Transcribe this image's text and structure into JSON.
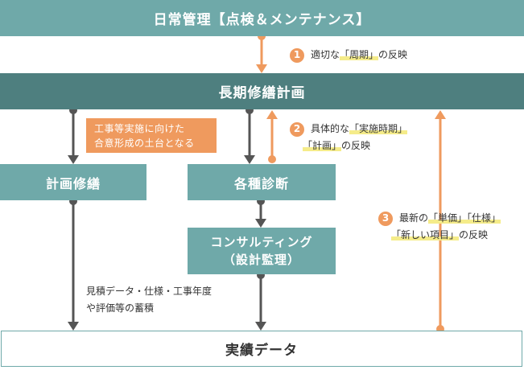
{
  "top_band": "日常管理【点検＆メンテナンス】",
  "mid_band": "長期修繕計画",
  "bottom_band": "実績データ",
  "boxes": {
    "keikaku": "計画修繕",
    "kakushu": "各種診断",
    "consult_line1": "コンサルティング",
    "consult_line2": "（設計監理）"
  },
  "orange_note": {
    "line1": "工事等実施に向けた",
    "line2": "合意形成の土台となる"
  },
  "estimate_note": {
    "line1": "見積データ・仕様・工事年度",
    "line2": "や評価等の蓄積"
  },
  "reflect1": {
    "number": "1",
    "pre": "適切な",
    "highlight": "「周期」",
    "post": "の反映"
  },
  "reflect2": {
    "number": "2",
    "line1_pre": "具体的な",
    "line1_highlight": "「実施時期」",
    "line2_highlight": "「計画」",
    "line2_post": "の反映"
  },
  "reflect3": {
    "number": "3",
    "line1_pre": "最新の",
    "line1_highlight": "「単価」「仕様」",
    "line2_highlight": "「新しい項目」",
    "line2_post": "の反映"
  },
  "colors": {
    "teal": "#6fa9a9",
    "dark_teal": "#4e7f7f",
    "orange": "#ef9a5e",
    "arrow_gray": "#555555",
    "highlight": "#f5ec8a"
  }
}
